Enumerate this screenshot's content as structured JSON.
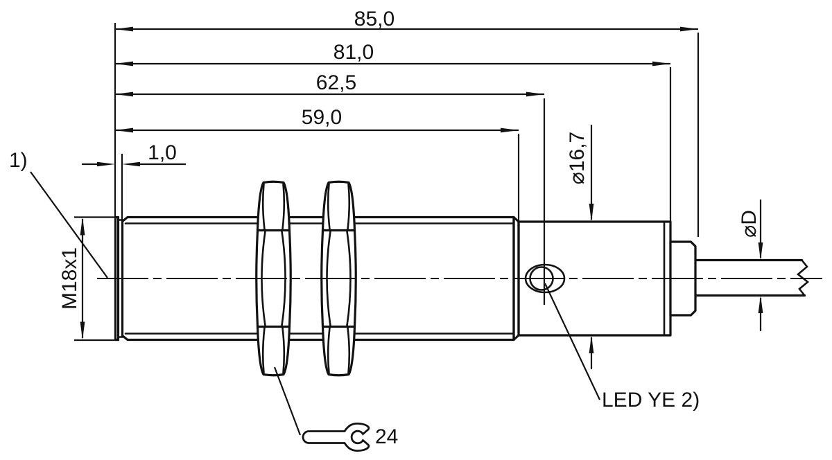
{
  "drawing": {
    "type": "technical-dimension-drawing",
    "subject": "M18 cylindrical sensor with hex nuts, LED and cable",
    "colors": {
      "line": "#121212",
      "background": "#ffffff"
    },
    "dimensions": {
      "overall_length": "85,0",
      "body_length": "81,0",
      "led_position": "62,5",
      "thread_length": "59,0",
      "front_face_offset": "1,0",
      "thread_size": "M18x1",
      "housing_diameter": "⌀16,7",
      "cable_diameter": "⌀D",
      "wrench_size": "24"
    },
    "annotations": {
      "footnote_marker": "1)",
      "led_label": "LED YE 2)"
    }
  }
}
